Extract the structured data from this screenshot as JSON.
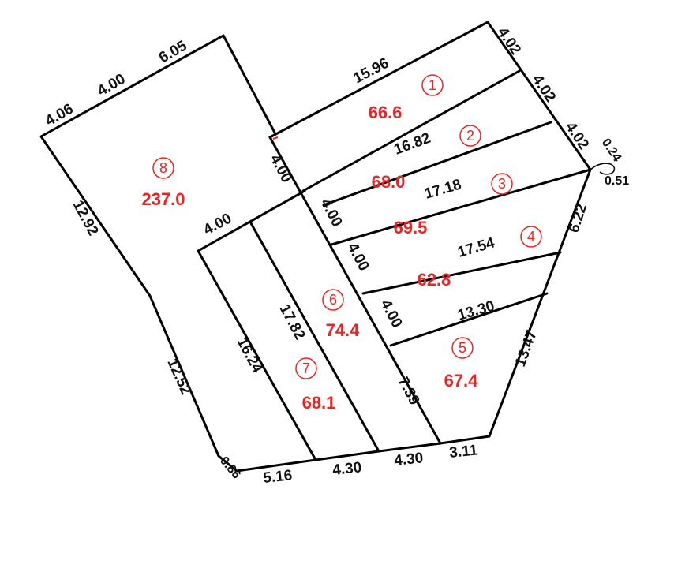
{
  "lots": [
    {
      "id": "1",
      "number": "1",
      "area": "66.6"
    },
    {
      "id": "2",
      "number": "2",
      "area": "68.0"
    },
    {
      "id": "3",
      "number": "3",
      "area": "69.5"
    },
    {
      "id": "4",
      "number": "4",
      "area": "62.8"
    },
    {
      "id": "5",
      "number": "5",
      "area": "67.4"
    },
    {
      "id": "6",
      "number": "6",
      "area": "74.4"
    },
    {
      "id": "7",
      "number": "7",
      "area": "68.1"
    },
    {
      "id": "8",
      "number": "8",
      "area": "237.0"
    }
  ],
  "dimensions": {
    "d_4_06": "4.06",
    "d_4_00_top": "4.00",
    "d_6_05": "6.05",
    "d_12_92": "12.92",
    "d_12_52": "12.52",
    "d_0_86": "0.86",
    "d_5_16": "5.16",
    "d_4_30_a": "4.30",
    "d_4_30_b": "4.30",
    "d_3_11": "3.11",
    "d_15_96": "15.96",
    "d_4_02_a": "4.02",
    "d_4_02_b": "4.02",
    "d_4_02_c": "4.02",
    "d_0_24": "0.24",
    "d_0_51": "0.51",
    "d_6_22": "6.22",
    "d_13_47": "13.47",
    "d_16_82": "16.82",
    "d_17_18": "17.18",
    "d_17_54": "17.54",
    "d_13_30": "13.30",
    "d_4_00_div": "4.00",
    "d_4_00_s1": "4.00",
    "d_4_00_s2": "4.00",
    "d_4_00_s3": "4.00",
    "d_4_00_l7": "4.00",
    "d_7_39": "7.39",
    "d_17_82": "17.82",
    "d_16_24": "16.24"
  }
}
